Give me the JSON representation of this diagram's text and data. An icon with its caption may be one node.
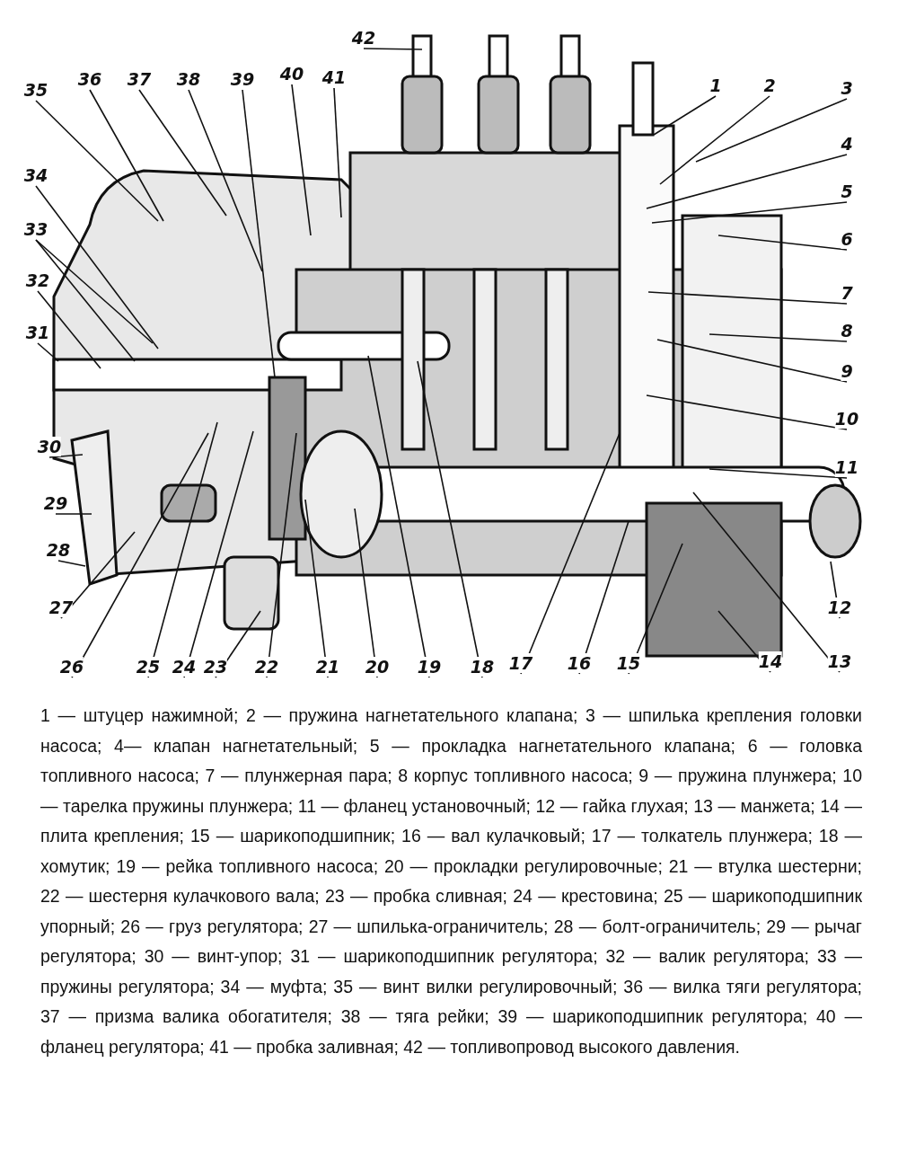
{
  "diagram": {
    "caption": "1 — штуцер нажимной; 2 — пружина нагнетательного клапана; 3 — шпилька крепления головки насоса; 4— клапан нагнетательный; 5 — прокладка нагнетательного клапана; 6 — головка топливного насоса; 7 — плунжерная пара; 8 корпус топливного насоса; 9 — пружина плунжера; 10 — тарелка пружины плунжера; 11 — фланец установочный; 12 — гайка глухая; 13 — манжета; 14 — плита крепления; 15 — шарикоподшипник; 16 — вал кулачковый; 17 — толкатель плунжера; 18 — хомутик; 19 — рейка топливного насоса; 20 — прокладки регулировочные; 21 — втулка шестерни; 22 — шестерня кулачкового вала; 23 — пробка сливная; 24 — крестовина; 25 — шарикоподшипник упорный; 26 — груз регулятора; 27 — шпилька-ограничитель; 28 — болт-ограничитель; 29 — рычаг регулятора; 30 — винт-упор; 31 — шарикоподшипник регулятора; 32 — валик регулятора; 33 — пружины регулятора; 34 — муфта; 35 — винт вилки регулировочный; 36 — вилка тяги регулятора; 37 — призма валика обогатителя; 38 — тяга рейки; 39 — шарикоподшипник регулятора; 40 — фланец регулятора; 41 — пробка заливная; 42 — топливопровод высокого давления.",
    "nodes": [
      {
        "text": [
          "1"
        ]
      },
      {
        "text": [
          "2"
        ]
      },
      {
        "text": [
          "3"
        ]
      },
      {
        "text": [
          "4"
        ]
      },
      {
        "text": [
          "5"
        ]
      },
      {
        "text": [
          "6"
        ]
      },
      {
        "text": [
          "7"
        ]
      },
      {
        "text": [
          "8"
        ]
      },
      {
        "text": [
          "9"
        ]
      },
      {
        "text": [
          "10"
        ]
      },
      {
        "text": [
          "11"
        ]
      },
      {
        "text": [
          "12"
        ]
      },
      {
        "text": [
          "13"
        ]
      },
      {
        "text": [
          "14"
        ]
      },
      {
        "text": [
          "15"
        ]
      },
      {
        "text": [
          "16"
        ]
      },
      {
        "text": [
          "17"
        ]
      },
      {
        "text": [
          "18"
        ]
      },
      {
        "text": [
          "19"
        ]
      },
      {
        "text": [
          "20"
        ]
      },
      {
        "text": [
          "21"
        ]
      },
      {
        "text": [
          "22"
        ]
      },
      {
        "text": [
          "23"
        ]
      },
      {
        "text": [
          "24"
        ]
      },
      {
        "text": [
          "25"
        ]
      },
      {
        "text": [
          "26"
        ]
      },
      {
        "text": [
          "27"
        ]
      },
      {
        "text": [
          "28"
        ]
      },
      {
        "text": [
          "29"
        ]
      },
      {
        "text": [
          "30"
        ]
      },
      {
        "text": [
          "31"
        ]
      },
      {
        "text": [
          "32"
        ]
      },
      {
        "text": [
          "33"
        ]
      },
      {
        "text": [
          "34"
        ]
      },
      {
        "text": [
          "35"
        ]
      },
      {
        "text": [
          "36"
        ]
      },
      {
        "text": [
          "37"
        ]
      },
      {
        "text": [
          "38"
        ]
      },
      {
        "text": [
          "39"
        ]
      },
      {
        "text": [
          "40"
        ]
      },
      {
        "text": [
          "41"
        ]
      },
      {
        "text": [
          "42"
        ]
      }
    ],
    "edges": [
      {
        "from": 0,
        "to": null,
        "arrow": "none"
      },
      {
        "from": 1,
        "to": null,
        "arrow": "none"
      },
      {
        "from": 2,
        "to": null,
        "arrow": "none"
      },
      {
        "from": 3,
        "to": null,
        "arrow": "none"
      },
      {
        "from": 4,
        "to": null,
        "arrow": "none"
      },
      {
        "from": 5,
        "to": null,
        "arrow": "none"
      },
      {
        "from": 6,
        "to": null,
        "arrow": "none"
      },
      {
        "from": 7,
        "to": null,
        "arrow": "none"
      },
      {
        "from": 8,
        "to": null,
        "arrow": "none"
      },
      {
        "from": 9,
        "to": null,
        "arrow": "none"
      },
      {
        "from": 10,
        "to": null,
        "arrow": "none"
      },
      {
        "from": 11,
        "to": null,
        "arrow": "none"
      },
      {
        "from": 12,
        "to": null,
        "arrow": "none"
      },
      {
        "from": 13,
        "to": null,
        "arrow": "none"
      },
      {
        "from": 14,
        "to": null,
        "arrow": "none"
      },
      {
        "from": 15,
        "to": null,
        "arrow": "none"
      },
      {
        "from": 16,
        "to": null,
        "arrow": "none"
      },
      {
        "from": 17,
        "to": null,
        "arrow": "none"
      },
      {
        "from": 18,
        "to": null,
        "arrow": "none"
      },
      {
        "from": 19,
        "to": null,
        "arrow": "none"
      },
      {
        "from": 20,
        "to": null,
        "arrow": "none"
      },
      {
        "from": 21,
        "to": null,
        "arrow": "none"
      },
      {
        "from": 22,
        "to": null,
        "arrow": "none"
      },
      {
        "from": 23,
        "to": null,
        "arrow": "none"
      },
      {
        "from": 24,
        "to": null,
        "arrow": "none"
      },
      {
        "from": 25,
        "to": null,
        "arrow": "none"
      },
      {
        "from": 26,
        "to": null,
        "arrow": "none"
      },
      {
        "from": 27,
        "to": null,
        "arrow": "none"
      },
      {
        "from": 28,
        "to": null,
        "arrow": "none"
      },
      {
        "from": 29,
        "to": null,
        "arrow": "none"
      },
      {
        "from": 30,
        "to": null,
        "arrow": "none"
      },
      {
        "from": 31,
        "to": null,
        "arrow": "none"
      },
      {
        "from": 32,
        "to": null,
        "arrow": "none"
      },
      {
        "from": 32,
        "to": null,
        "arrow": "none"
      },
      {
        "from": 33,
        "to": null,
        "arrow": "none"
      },
      {
        "from": 34,
        "to": null,
        "arrow": "none"
      },
      {
        "from": 35,
        "to": null,
        "arrow": "none"
      },
      {
        "from": 36,
        "to": null,
        "arrow": "none"
      },
      {
        "from": 37,
        "to": null,
        "arrow": "none"
      },
      {
        "from": 38,
        "to": null,
        "arrow": "none"
      },
      {
        "from": 39,
        "to": null,
        "arrow": "none"
      },
      {
        "from": 40,
        "to": null,
        "arrow": "none"
      },
      {
        "from": 41,
        "to": null,
        "arrow": "none"
      }
    ]
  }
}
